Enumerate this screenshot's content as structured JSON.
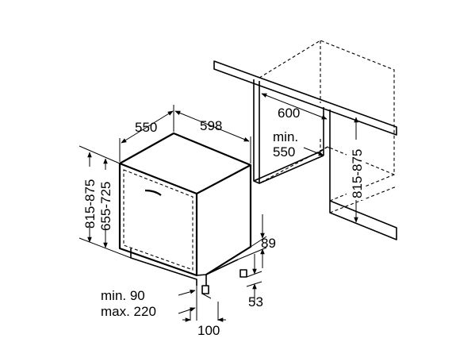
{
  "dimensions": {
    "depth_appliance": "550",
    "width_appliance": "598",
    "niche_depth": "600",
    "niche_min_depth_line1": "min.",
    "niche_min_depth_line2": "550",
    "niche_height": "815-875",
    "overall_height": "815-875",
    "body_height": "655-725",
    "toe_kick_height": "89",
    "foot_height": "53",
    "plinth_min": "min. 90",
    "plinth_max": "max. 220",
    "plinth_depth": "100"
  }
}
